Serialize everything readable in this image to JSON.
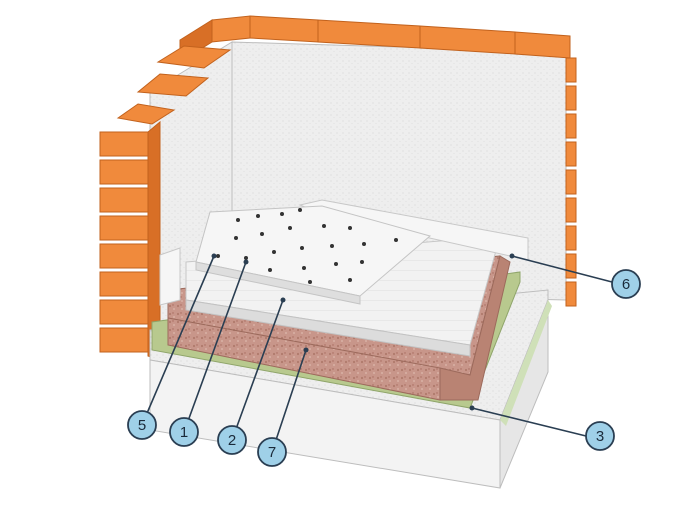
{
  "diagram": {
    "callouts": [
      {
        "key": "callout-5",
        "label": "5"
      },
      {
        "key": "callout-1",
        "label": "1"
      },
      {
        "key": "callout-2",
        "label": "2"
      },
      {
        "key": "callout-7",
        "label": "7"
      },
      {
        "key": "callout-3",
        "label": "3"
      },
      {
        "key": "callout-6",
        "label": "6"
      }
    ],
    "colors": {
      "brick": "#f08a3c",
      "brick_dark": "#d86f26",
      "mortar": "#e9e9e9",
      "wall_plaster": "#efefef",
      "base_slab": "#f2f2f2",
      "insulation_membrane": "#b8c98e",
      "gravel_layer": "#c99a88",
      "panel": "#f4f4f4",
      "callout_fill": "#9fd0e8",
      "callout_stroke": "#2a3e52",
      "leader_line": "#2a3e52"
    }
  }
}
